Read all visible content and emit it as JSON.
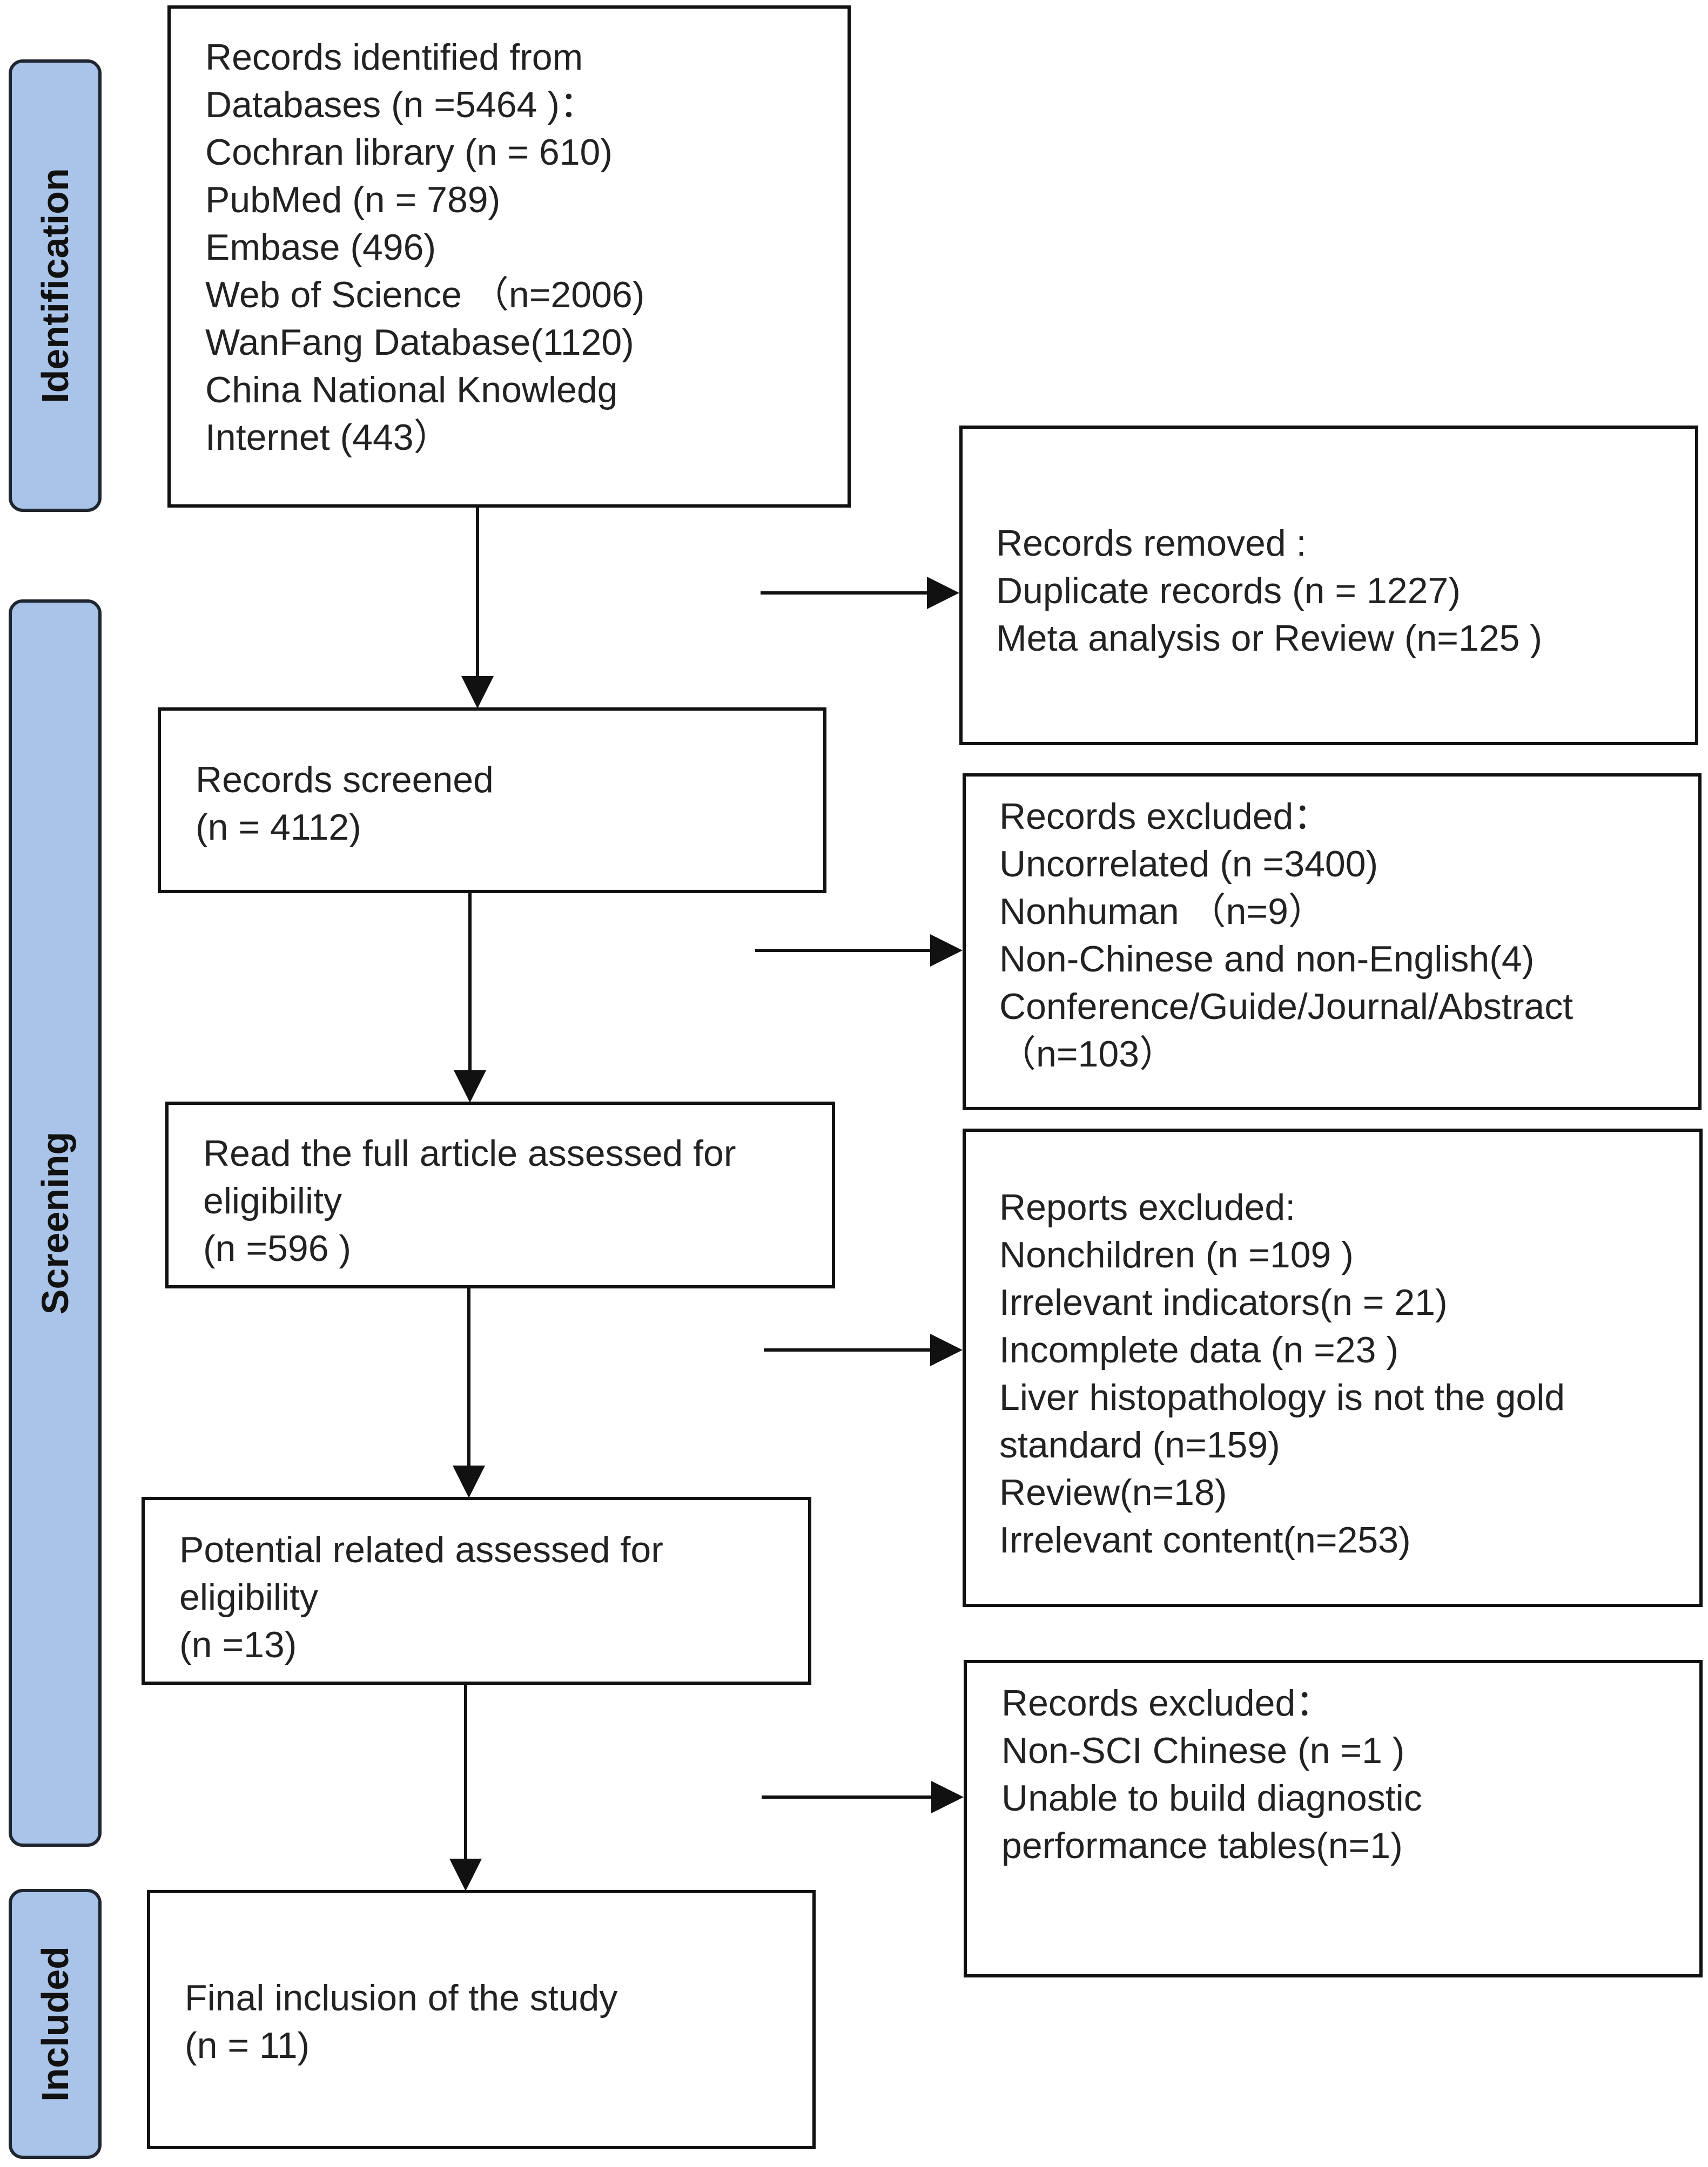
{
  "phases": {
    "identification": "Identification",
    "screening": "Screening",
    "included": "Included"
  },
  "boxes": {
    "identified": {
      "lines": [
        "Records identified from",
        "Databases (n =5464 )：",
        "Cochran library (n = 610)",
        "PubMed  (n = 789)",
        "Embase (496)",
        "Web of Science （n=2006)",
        "WanFang Database(1120)",
        "China National Knowledg",
        "Internet (443）"
      ]
    },
    "removed": {
      "lines": [
        "Records removed :",
        "Duplicate records (n = 1227)",
        "Meta analysis or Review (n=125 )"
      ]
    },
    "screened": {
      "lines": [
        "Records screened",
        "(n = 4112)"
      ]
    },
    "excluded_records": {
      "lines": [
        "Records excluded：",
        "Uncorrelated (n =3400)",
        "Nonhuman （n=9）",
        "Non-Chinese and non-English(4)",
        "Conference/Guide/Journal/Abstract",
        "（n=103）"
      ]
    },
    "full_article": {
      "lines": [
        "Read the full article  assessed for",
        "eligibility",
        "(n =596 )"
      ]
    },
    "reports_excluded": {
      "lines": [
        "Reports excluded:",
        "Nonchildren (n =109 )",
        "Irrelevant indicators(n = 21)",
        "Incomplete data (n =23 )",
        "Liver histopathology is not the gold",
        "standard (n=159)",
        "Review(n=18)",
        "Irrelevant content(n=253)"
      ]
    },
    "potential": {
      "lines": [
        "Potential related assessed for",
        "eligibility",
        "(n =13)"
      ]
    },
    "excluded_final": {
      "lines": [
        "Records excluded：",
        "Non-SCI Chinese (n =1 )",
        "Unable to build diagnostic",
        "performance tables(n=1)"
      ]
    },
    "final": {
      "lines": [
        "Final inclusion of the study",
        "(n = 11)"
      ]
    }
  }
}
